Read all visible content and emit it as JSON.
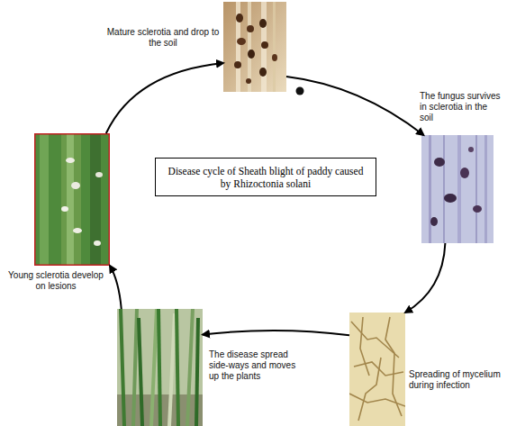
{
  "diagram": {
    "nodes": [
      {
        "text": [
          "Mature sclerotia and drop to the soil"
        ]
      },
      {
        "text": [
          "The fungus survives in sclerotia in the soil"
        ]
      },
      {
        "text": [
          "Spreading of mycelium during infection"
        ]
      },
      {
        "text": [
          "The disease spread side-ways and moves up the plants"
        ]
      },
      {
        "text": [
          "Young sclerotia develop on lesions"
        ]
      },
      {
        "text": [
          "Disease cycle of Sheath blight of paddy caused by Rhizoctonia solani"
        ]
      }
    ],
    "edges": [
      {
        "from": 0,
        "to": 1,
        "arrow": "to"
      },
      {
        "from": 1,
        "to": 2,
        "arrow": "to"
      },
      {
        "from": 2,
        "to": 3,
        "arrow": "to"
      },
      {
        "from": 3,
        "to": 4,
        "arrow": "to"
      },
      {
        "from": 4,
        "to": 0,
        "arrow": "to"
      }
    ]
  }
}
